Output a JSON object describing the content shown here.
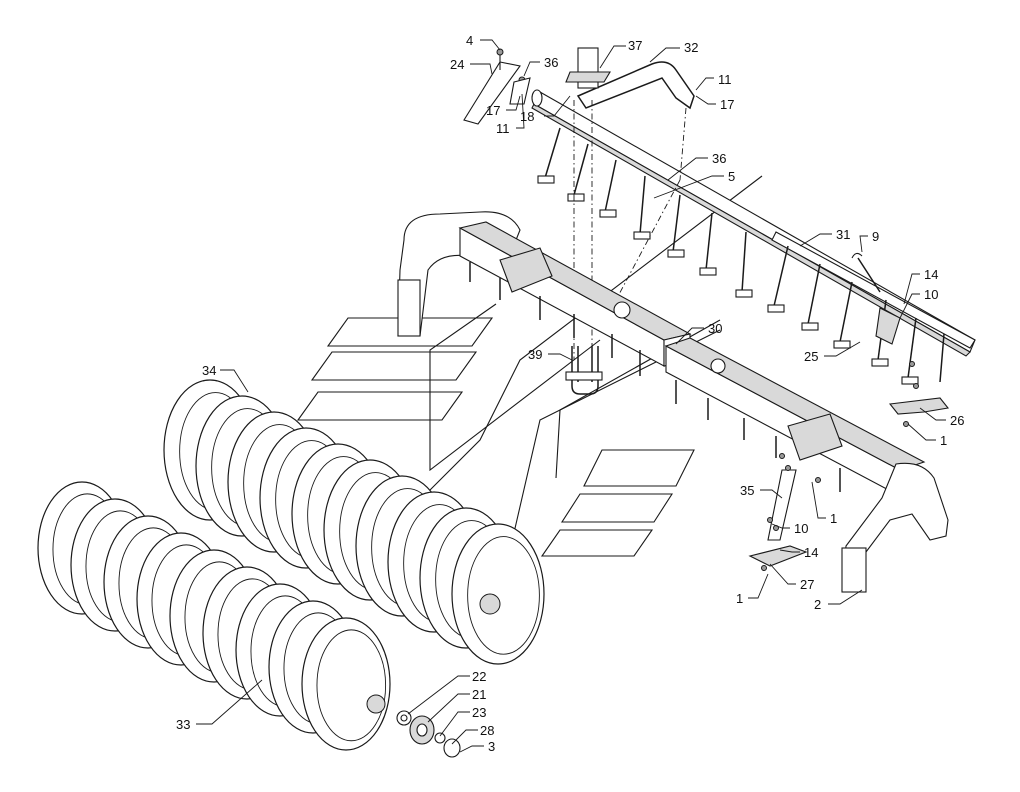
{
  "callouts": {
    "c1a": "1",
    "c1b": "1",
    "c1c": "1",
    "c2": "2",
    "c3": "3",
    "c4": "4",
    "c5": "5",
    "c9": "9",
    "c10a": "10",
    "c10b": "10",
    "c11a": "11",
    "c11b": "11",
    "c14a": "14",
    "c14b": "14",
    "c17a": "17",
    "c17b": "17",
    "c18": "18",
    "c21": "21",
    "c22": "22",
    "c23": "23",
    "c24": "24",
    "c25": "25",
    "c26": "26",
    "c27": "27",
    "c28": "28",
    "c30": "30",
    "c31": "31",
    "c32": "32",
    "c33": "33",
    "c34": "34",
    "c35": "35",
    "c36a": "36",
    "c36b": "36",
    "c37": "37",
    "c39": "39"
  }
}
